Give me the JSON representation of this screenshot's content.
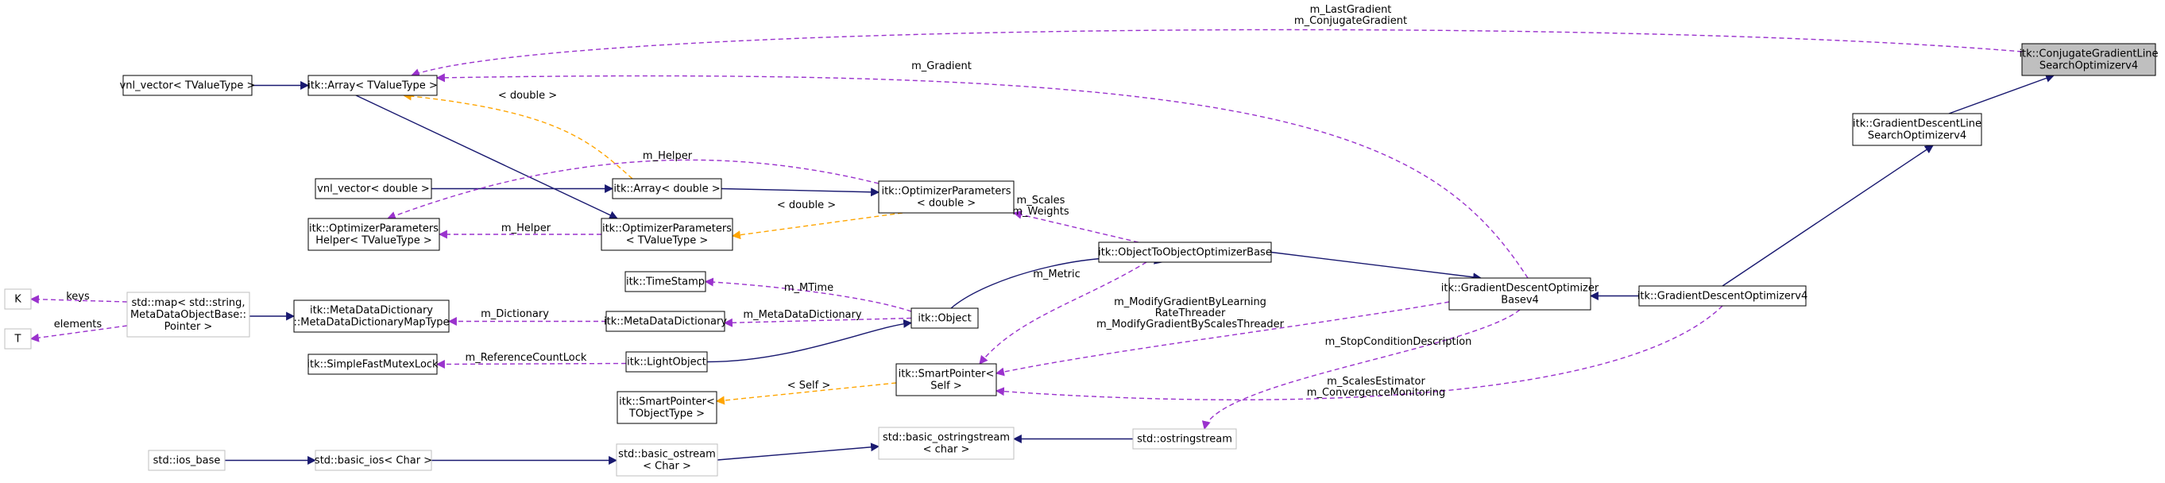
{
  "colors": {
    "background": "#ffffff",
    "node_fill": "#ffffff",
    "node_fill_focus": "#bfbfbf",
    "node_border": "#000000",
    "node_border_external": "#bfbfbf",
    "inheritance": "#191970",
    "usage": "#9a32cd",
    "template": "#ffa500"
  },
  "nodes": [
    {
      "id": "cg",
      "lines": [
        "itk::ConjugateGradientLine",
        "SearchOptimizerv4"
      ],
      "style": "focus"
    },
    {
      "id": "gdl",
      "lines": [
        "itk::GradientDescentLine",
        "SearchOptimizerv4"
      ],
      "style": "normal"
    },
    {
      "id": "gdo",
      "lines": [
        "itk::GradientDescentOptimizerv4"
      ],
      "style": "normal"
    },
    {
      "id": "gdob",
      "lines": [
        "itk::GradientDescentOptimizer",
        "Basev4"
      ],
      "style": "normal"
    },
    {
      "id": "otoob",
      "lines": [
        "itk::ObjectToObjectOptimizerBase"
      ],
      "style": "normal"
    },
    {
      "id": "arr",
      "lines": [
        "itk::Array< TValueType >"
      ],
      "style": "normal"
    },
    {
      "id": "vnlT",
      "lines": [
        "vnl_vector< TValueType >"
      ],
      "style": "normal"
    },
    {
      "id": "arrd",
      "lines": [
        "itk::Array< double >"
      ],
      "style": "normal"
    },
    {
      "id": "vnld",
      "lines": [
        "vnl_vector< double >"
      ],
      "style": "normal"
    },
    {
      "id": "opd",
      "lines": [
        "itk::OptimizerParameters",
        "< double >"
      ],
      "style": "normal"
    },
    {
      "id": "opT",
      "lines": [
        "itk::OptimizerParameters",
        "< TValueType >"
      ],
      "style": "normal"
    },
    {
      "id": "oph",
      "lines": [
        "itk::OptimizerParameters",
        "Helper< TValueType >"
      ],
      "style": "normal"
    },
    {
      "id": "obj",
      "lines": [
        "itk::Object"
      ],
      "style": "normal"
    },
    {
      "id": "ts",
      "lines": [
        "itk::TimeStamp"
      ],
      "style": "normal"
    },
    {
      "id": "mdd",
      "lines": [
        "itk::MetaDataDictionary"
      ],
      "style": "normal"
    },
    {
      "id": "mddm",
      "lines": [
        "itk::MetaDataDictionary",
        "::MetaDataDictionaryMapType"
      ],
      "style": "normal"
    },
    {
      "id": "map",
      "lines": [
        "std::map< std::string,",
        "MetaDataObjectBase::",
        "Pointer >"
      ],
      "style": "external"
    },
    {
      "id": "K",
      "lines": [
        "K"
      ],
      "style": "external"
    },
    {
      "id": "T",
      "lines": [
        "T"
      ],
      "style": "external"
    },
    {
      "id": "lo",
      "lines": [
        "itk::LightObject"
      ],
      "style": "normal"
    },
    {
      "id": "sfml",
      "lines": [
        "itk::SimpleFastMutexLock"
      ],
      "style": "normal"
    },
    {
      "id": "spSelf",
      "lines": [
        "itk::SmartPointer<",
        "Self >"
      ],
      "style": "normal"
    },
    {
      "id": "spT",
      "lines": [
        "itk::SmartPointer<",
        "TObjectType >"
      ],
      "style": "normal"
    },
    {
      "id": "bosc",
      "lines": [
        "std::basic_ostringstream",
        "< char >"
      ],
      "style": "external"
    },
    {
      "id": "oss",
      "lines": [
        "std::ostringstream"
      ],
      "style": "external"
    },
    {
      "id": "bos",
      "lines": [
        "std::basic_ostream",
        "< Char >"
      ],
      "style": "external"
    },
    {
      "id": "bios",
      "lines": [
        "std::basic_ios< Char >"
      ],
      "style": "external"
    },
    {
      "id": "iosb",
      "lines": [
        "std::ios_base"
      ],
      "style": "external"
    }
  ],
  "edges": [
    {
      "from": "gdl",
      "to": "cg",
      "kind": "inheritance",
      "labels": []
    },
    {
      "from": "gdo",
      "to": "gdl",
      "kind": "inheritance",
      "labels": []
    },
    {
      "from": "gdob",
      "to": "gdo",
      "kind": "inheritance",
      "labels": []
    },
    {
      "from": "otoob",
      "to": "gdob",
      "kind": "inheritance",
      "labels": []
    },
    {
      "from": "obj",
      "to": "otoob",
      "kind": "inheritance",
      "labels": []
    },
    {
      "from": "lo",
      "to": "obj",
      "kind": "inheritance",
      "labels": []
    },
    {
      "from": "vnlT",
      "to": "arr",
      "kind": "inheritance",
      "labels": []
    },
    {
      "from": "arr",
      "to": "opT",
      "kind": "inheritance",
      "labels": []
    },
    {
      "from": "vnld",
      "to": "arrd",
      "kind": "inheritance",
      "labels": []
    },
    {
      "from": "arrd",
      "to": "opd",
      "kind": "inheritance",
      "labels": []
    },
    {
      "from": "map",
      "to": "mddm",
      "kind": "inheritance",
      "labels": []
    },
    {
      "from": "bosc",
      "to": "oss",
      "kind": "inheritance",
      "labels": []
    },
    {
      "from": "bos",
      "to": "bosc",
      "kind": "inheritance",
      "labels": []
    },
    {
      "from": "bios",
      "to": "bos",
      "kind": "inheritance",
      "labels": []
    },
    {
      "from": "iosb",
      "to": "bios",
      "kind": "inheritance",
      "labels": []
    },
    {
      "from": "cg",
      "to": "arr",
      "kind": "usage",
      "labels": [
        "m_LastGradient",
        "m_ConjugateGradient"
      ]
    },
    {
      "from": "gdob",
      "to": "arr",
      "kind": "usage",
      "labels": [
        "m_Gradient"
      ]
    },
    {
      "from": "opd",
      "to": "oph",
      "kind": "usage",
      "labels": [
        "m_Helper"
      ]
    },
    {
      "from": "opT",
      "to": "oph",
      "kind": "usage",
      "labels": [
        "m_Helper"
      ]
    },
    {
      "from": "otoob",
      "to": "opd",
      "kind": "usage",
      "labels": [
        "m_Scales",
        "m_Weights"
      ]
    },
    {
      "from": "obj",
      "to": "ts",
      "kind": "usage",
      "labels": [
        "m_MTime"
      ]
    },
    {
      "from": "obj",
      "to": "mdd",
      "kind": "usage",
      "labels": [
        "m_MetaDataDictionary"
      ]
    },
    {
      "from": "mdd",
      "to": "mddm",
      "kind": "usage",
      "labels": [
        "m_Dictionary"
      ]
    },
    {
      "from": "map",
      "to": "K",
      "kind": "usage",
      "labels": [
        "keys"
      ]
    },
    {
      "from": "map",
      "to": "T",
      "kind": "usage",
      "labels": [
        "elements"
      ]
    },
    {
      "from": "lo",
      "to": "sfml",
      "kind": "usage",
      "labels": [
        "m_ReferenceCountLock"
      ]
    },
    {
      "from": "otoob",
      "to": "spSelf",
      "kind": "usage",
      "labels": [
        "m_Metric"
      ]
    },
    {
      "from": "gdob",
      "to": "spSelf",
      "kind": "usage",
      "labels": [
        "m_ModifyGradientByLearning",
        "RateThreader",
        "m_ModifyGradientByScalesThreader"
      ]
    },
    {
      "from": "gdo",
      "to": "spSelf",
      "kind": "usage",
      "labels": [
        "m_ScalesEstimator",
        "m_ConvergenceMonitoring"
      ]
    },
    {
      "from": "gdob",
      "to": "oss",
      "kind": "usage",
      "labels": [
        "m_StopConditionDescription"
      ]
    },
    {
      "from": "opd",
      "to": "opT",
      "kind": "template",
      "labels": [
        "< double >"
      ]
    },
    {
      "from": "arrd",
      "to": "arr",
      "kind": "template",
      "labels": [
        "< double >"
      ]
    },
    {
      "from": "spSelf",
      "to": "spT",
      "kind": "template",
      "labels": [
        "< Self >"
      ]
    }
  ]
}
